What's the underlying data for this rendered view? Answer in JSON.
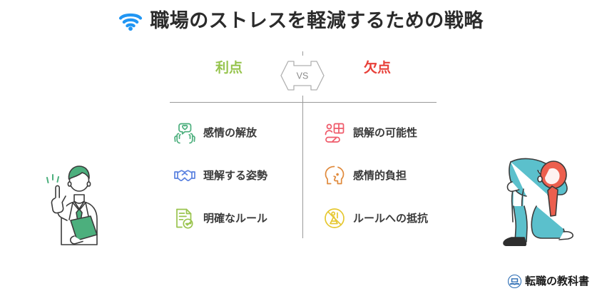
{
  "header": {
    "icon": "wifi-icon",
    "icon_color": "#2196f3",
    "title": "職場のストレスを軽減するための戦略"
  },
  "comparison": {
    "vs_label": "VS",
    "left_column": {
      "heading": "利点",
      "heading_color": "#97c44e",
      "items": [
        {
          "icon": "hands-heart-speech-bubble-icon",
          "icon_color": "#4caf7d",
          "label": "感情の解放"
        },
        {
          "icon": "handshake-icon",
          "icon_color": "#5b82e0",
          "label": "理解する姿勢"
        },
        {
          "icon": "document-check-icon",
          "icon_color": "#9ac44e",
          "label": "明確なルール"
        }
      ]
    },
    "right_column": {
      "heading": "欠点",
      "heading_color": "#e8413a",
      "items": [
        {
          "icon": "misunderstanding-grid-icon",
          "icon_color": "#ef5a6a",
          "label": "誤解の可能性"
        },
        {
          "icon": "head-profile-burden-icon",
          "icon_color": "#e08a3c",
          "label": "感情的負担"
        },
        {
          "icon": "no-rules-prohibited-icon",
          "icon_color": "#e6c832",
          "label": "ルールへの抵抗"
        }
      ]
    }
  },
  "illustrations": {
    "left": {
      "name": "businessman-pointing-up-illustration",
      "accent_color": "#4caf7d"
    },
    "right": {
      "name": "person-kneeling-despair-illustration",
      "accent_color": "#5bc0cc"
    }
  },
  "logo": {
    "icon": "book-logo-icon",
    "icon_color": "#2f6fb5",
    "text": "転職の教科書"
  }
}
